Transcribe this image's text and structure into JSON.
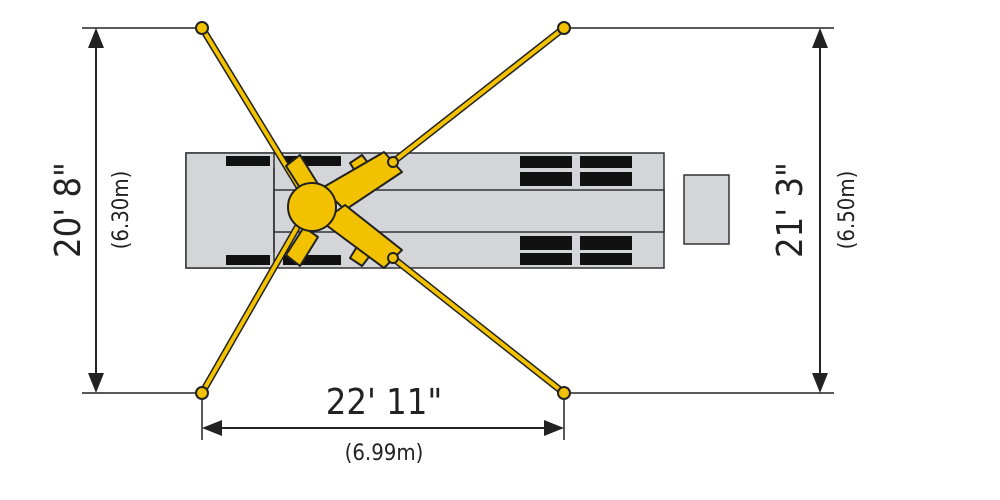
{
  "dimensions": {
    "left": {
      "imperial": "20' 8\"",
      "metric": "(6.30m)"
    },
    "right": {
      "imperial": "21' 3\"",
      "metric": "(6.50m)"
    },
    "bottom": {
      "imperial": "22' 11\"",
      "metric": "(6.99m)"
    }
  },
  "colors": {
    "outrigger": "#f2c200",
    "outline": "#222222",
    "body": "#d3d5d8",
    "pad": "#111111",
    "background": "#ffffff"
  }
}
